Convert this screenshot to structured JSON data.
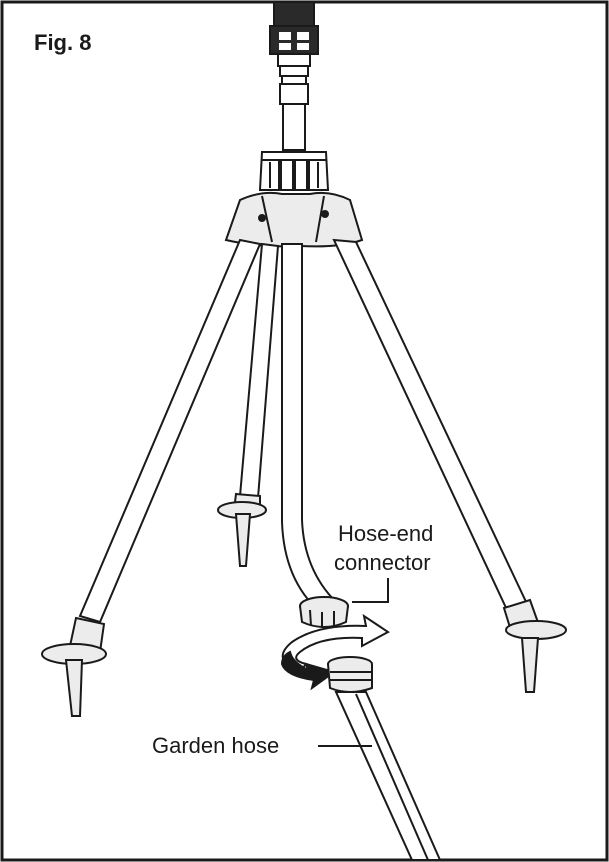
{
  "figure": {
    "label": "Fig. 8"
  },
  "callouts": {
    "connector_line1": "Hose-end",
    "connector_line2": "connector",
    "garden_hose": "Garden hose"
  },
  "colors": {
    "stroke": "#1a1a1a",
    "fill_light": "#ececec",
    "fill_dark": "#1a1a1a"
  },
  "icons": {
    "rotation": "curved-double-arrow-icon"
  }
}
